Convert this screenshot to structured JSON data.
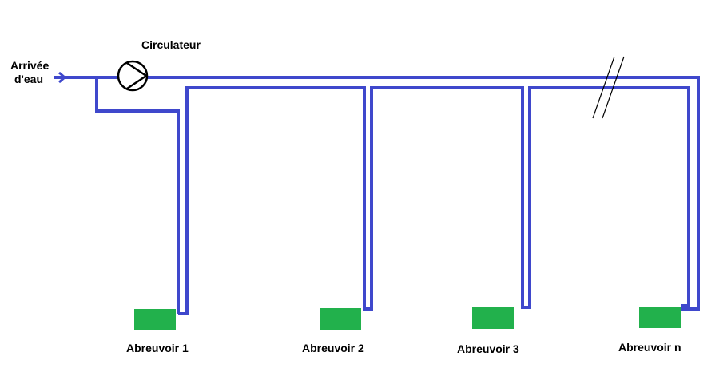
{
  "labels": {
    "inlet_line1": "Arrivée",
    "inlet_line2": "d'eau",
    "pump": "Circulateur"
  },
  "troughs": [
    {
      "label": "Abreuvoir 1"
    },
    {
      "label": "Abreuvoir 2"
    },
    {
      "label": "Abreuvoir 3"
    },
    {
      "label": "Abreuvoir n"
    }
  ],
  "colors": {
    "pipe": "#3f48cc",
    "trough": "#22b14c",
    "pump_symbol": "#000000",
    "text": "#000000",
    "background": "#ffffff"
  }
}
